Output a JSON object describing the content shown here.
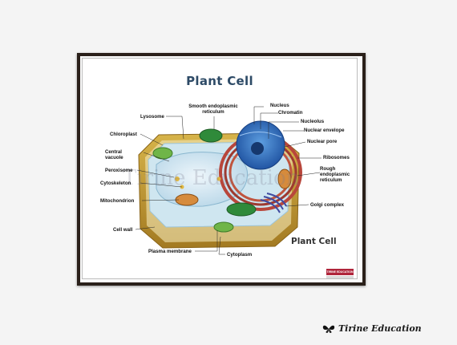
{
  "poster": {
    "title": "Plant Cell",
    "subtitle": "Plant Cell",
    "watermark": "Tirine Education",
    "logo_text": "TIRINE EDUCATION",
    "labels": {
      "nucleus": "Nucleus",
      "chromatin": "Chromatin",
      "nucleolus": "Nucleolus",
      "nuclear_envelope": "Nuclear envelope",
      "nuclear_pore": "Nuclear pore",
      "ribosomes": "Ribosomes",
      "rough_er": "Rough endoplasmic reticulum",
      "golgi_complex": "Golgi complex",
      "smooth_er": "Smooth endoplasmic reticulum",
      "lysosome": "Lysosome",
      "chloroplast": "Chloroplast",
      "central_vacuole": "Central vacuole",
      "peroxisome": "Peroxisome",
      "cytoskeleton": "Cytoskeleton",
      "mitochondrion": "Mitochondrion",
      "cell_wall": "Cell wall",
      "plasma_membrane": "Plasma membrane",
      "cytoplasm": "Cytoplasm"
    }
  },
  "brand": {
    "name": "Tirine Education",
    "icon": "butterfly-icon"
  }
}
